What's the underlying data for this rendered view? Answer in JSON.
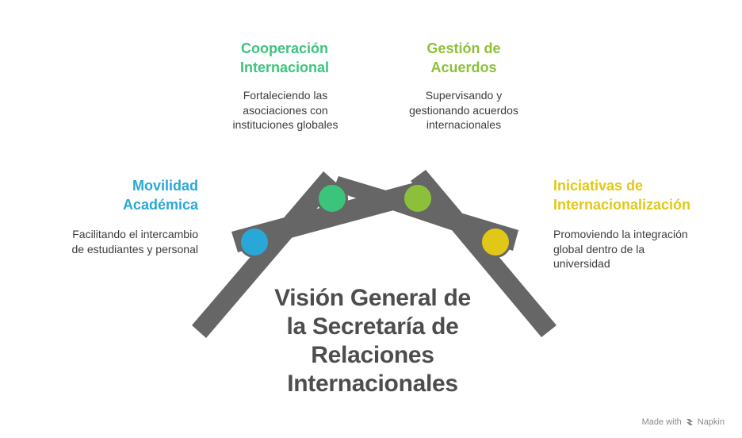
{
  "title": "Visión General de la Secretaría de Relaciones Internacionales",
  "items": [
    {
      "heading": "Movilidad Académica",
      "description": "Facilitando el intercambio de estudiantes y personal",
      "color": "#29a8d8"
    },
    {
      "heading": "Cooperación Internacional",
      "description": "Fortaleciendo las asociaciones con instituciones globales",
      "color": "#3cc47c"
    },
    {
      "heading": "Gestión de Acuerdos",
      "description": "Supervisando y gestionando acuerdos internacionales",
      "color": "#8dc03a"
    },
    {
      "heading": "Iniciativas de Internacionalización",
      "description": "Promoviendo la integración global dentro de la universidad",
      "color": "#e1c818"
    }
  ],
  "bar_color": "#666666",
  "footer": {
    "made_with": "Made with",
    "brand": "Napkin",
    "brand_icon": "napkin-logo-icon"
  }
}
